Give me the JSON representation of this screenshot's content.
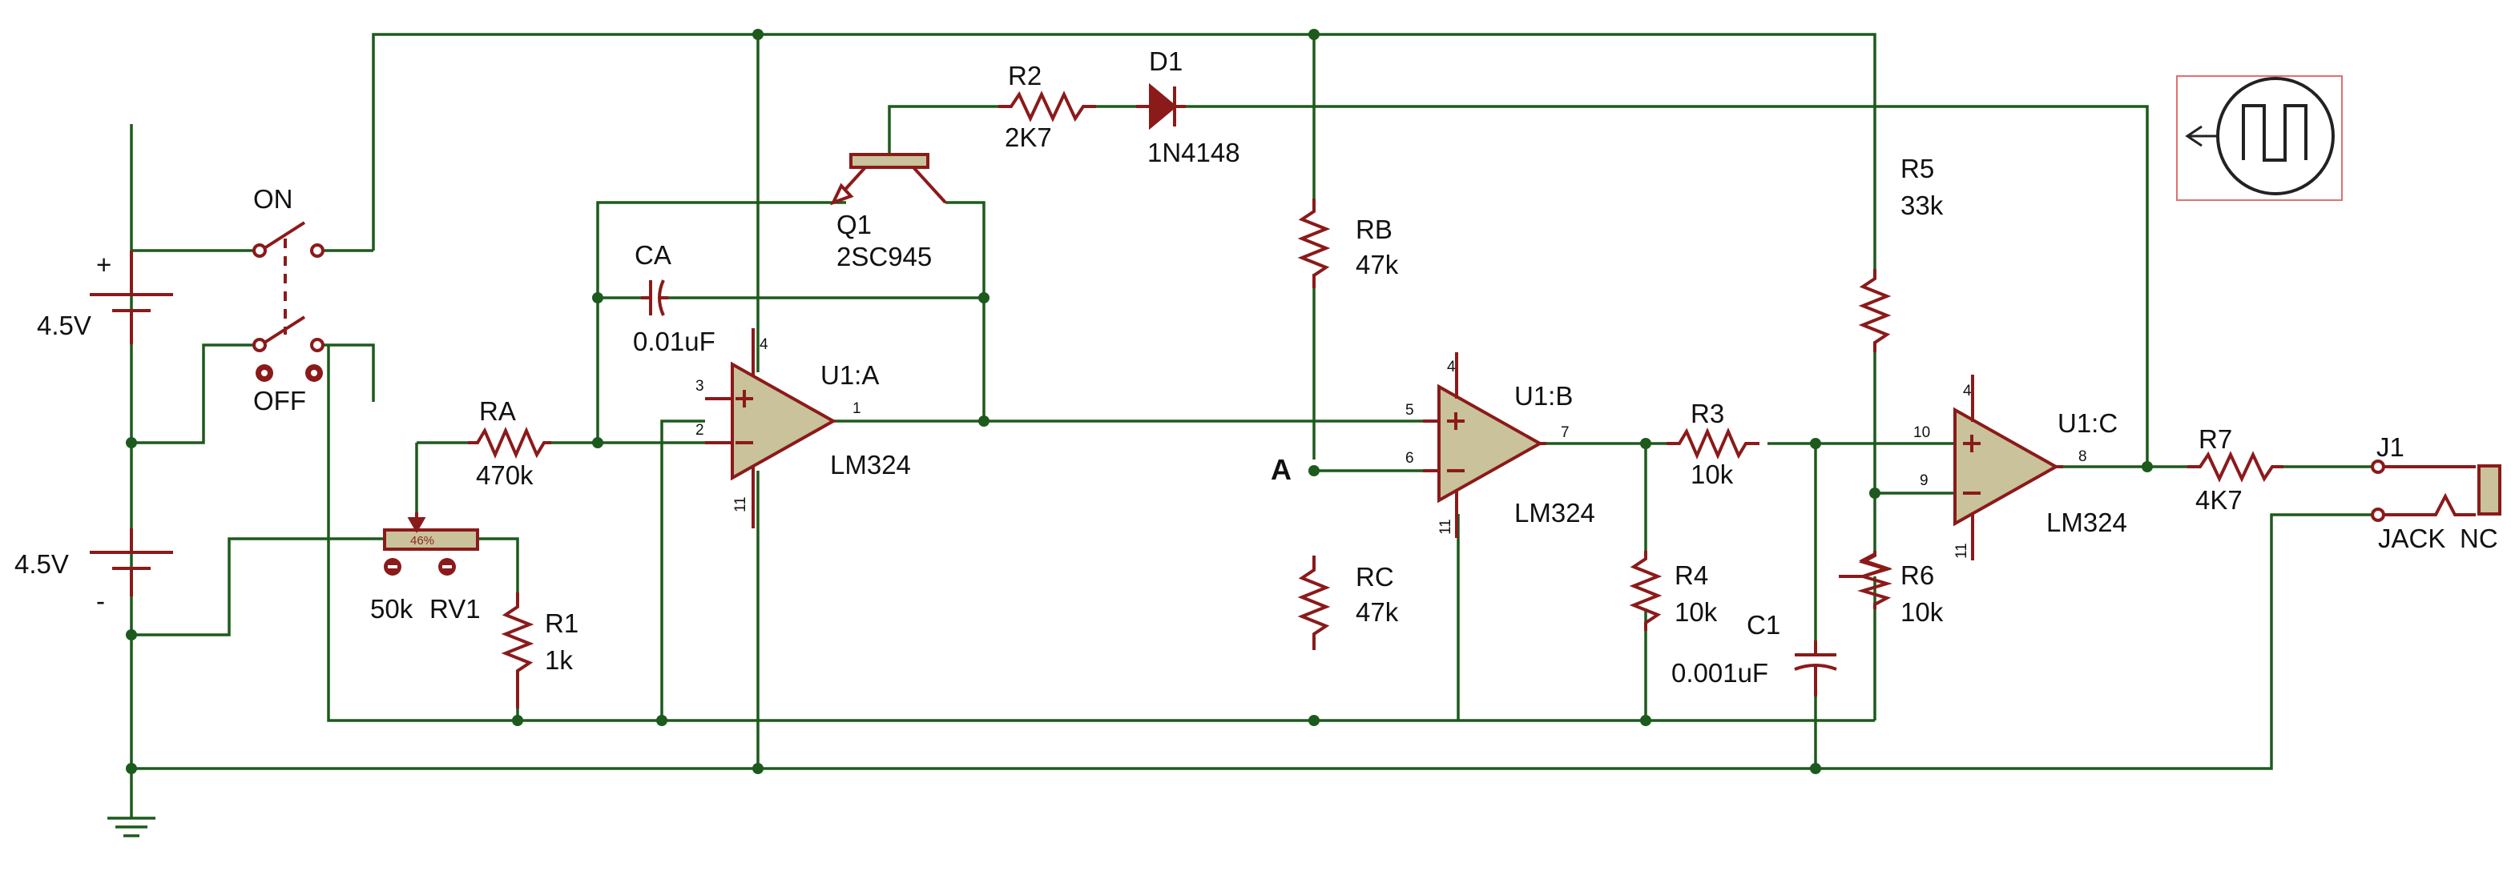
{
  "colors": {
    "wire": "#1d5a1d",
    "component": "#8b1a1a",
    "opamp_fill": "#c9c29a",
    "label": "#111111",
    "probe_border": "#e07070"
  },
  "battery": {
    "top": {
      "plus": "+",
      "value": "4.5V"
    },
    "bottom": {
      "value": "4.5V",
      "minus": "-"
    }
  },
  "switch": {
    "on_label": "ON",
    "off_label": "OFF"
  },
  "transistor": {
    "ref": "Q1",
    "part": "2SC945"
  },
  "resistors": {
    "r2": {
      "ref": "R2",
      "value": "2K7"
    },
    "ra": {
      "ref": "RA",
      "value": "470k"
    },
    "rb": {
      "ref": "RB",
      "value": "47k"
    },
    "rc": {
      "ref": "RC",
      "value": "47k"
    },
    "r5": {
      "ref": "R5",
      "value": "33k"
    },
    "r3": {
      "ref": "R3",
      "value": "10k"
    },
    "r4": {
      "ref": "R4",
      "value": "10k"
    },
    "r6": {
      "ref": "R6",
      "value": "10k"
    },
    "r7": {
      "ref": "R7",
      "value": "4K7"
    },
    "r1": {
      "ref": "R1",
      "value": "1k"
    }
  },
  "pot": {
    "value": "50k",
    "ref": "RV1",
    "setting": "46%"
  },
  "diode": {
    "ref": "D1",
    "part": "1N4148"
  },
  "capacitors": {
    "ca": {
      "ref": "CA",
      "value": "0.01uF"
    },
    "c1": {
      "ref": "C1",
      "value": "0.001uF"
    }
  },
  "opamps": [
    {
      "ref": "U1:A",
      "part": "LM324",
      "pins": {
        "noninv": "3",
        "inv": "2",
        "out": "1",
        "vcc": "4",
        "gnd": "11"
      }
    },
    {
      "ref": "U1:B",
      "part": "LM324",
      "pins": {
        "noninv": "5",
        "inv": "6",
        "out": "7",
        "vcc": "4",
        "gnd": "11"
      }
    },
    {
      "ref": "U1:C",
      "part": "LM324",
      "pins": {
        "noninv": "10",
        "inv": "9",
        "out": "8",
        "vcc": "4",
        "gnd": "11"
      }
    }
  ],
  "node_a": "A",
  "jack": {
    "ref": "J1",
    "type": "JACK",
    "nc": "NC"
  },
  "probe": {
    "icon": "square-wave-probe-icon"
  }
}
